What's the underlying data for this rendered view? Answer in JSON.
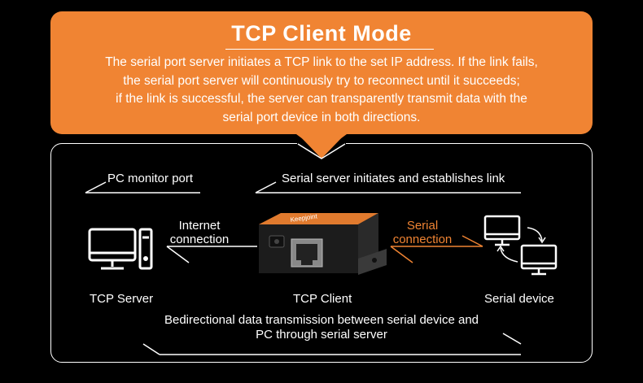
{
  "header": {
    "title": "TCP Client Mode",
    "description_lines": [
      "The serial port server initiates a TCP link to the set IP address. If the link fails,",
      "the serial port server will continuously try to reconnect until it succeeds;",
      "if the link is successful, the server can transparently transmit data with the",
      "serial port device in both directions."
    ]
  },
  "diagram": {
    "pc_monitor_port": "PC monitor port",
    "serial_server_link": "Serial server initiates and establishes link",
    "internet_line1": "Internet",
    "internet_line2": "connection",
    "serial_line1": "Serial",
    "serial_line2": "connection",
    "tcp_server": "TCP Server",
    "tcp_client": "TCP Client",
    "serial_device": "Serial device",
    "bidirectional_line1": "Bedirectional data transmission between serial device and",
    "bidirectional_line2": "PC through serial server",
    "device_brand": "Keepjoint",
    "accent_color": "#f08433"
  }
}
